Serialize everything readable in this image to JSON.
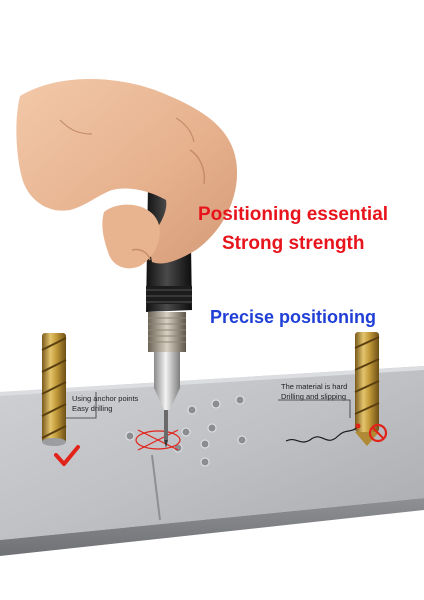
{
  "headline": {
    "line1": "Positioning essential",
    "line2": "Strong strength",
    "line3": "Precise positioning"
  },
  "notes": {
    "left": [
      "Using anchor points",
      "Easy drilling"
    ],
    "right": [
      "The material is hard",
      "Drilling and slipping"
    ]
  },
  "colors": {
    "headline_red": "#e8141c",
    "headline_blue": "#1f3fd6",
    "ok_mark": "#e2231a",
    "no_mark": "#e2231a"
  },
  "icons": {
    "ok": "check-mark-icon",
    "no": "prohibited-icon"
  }
}
